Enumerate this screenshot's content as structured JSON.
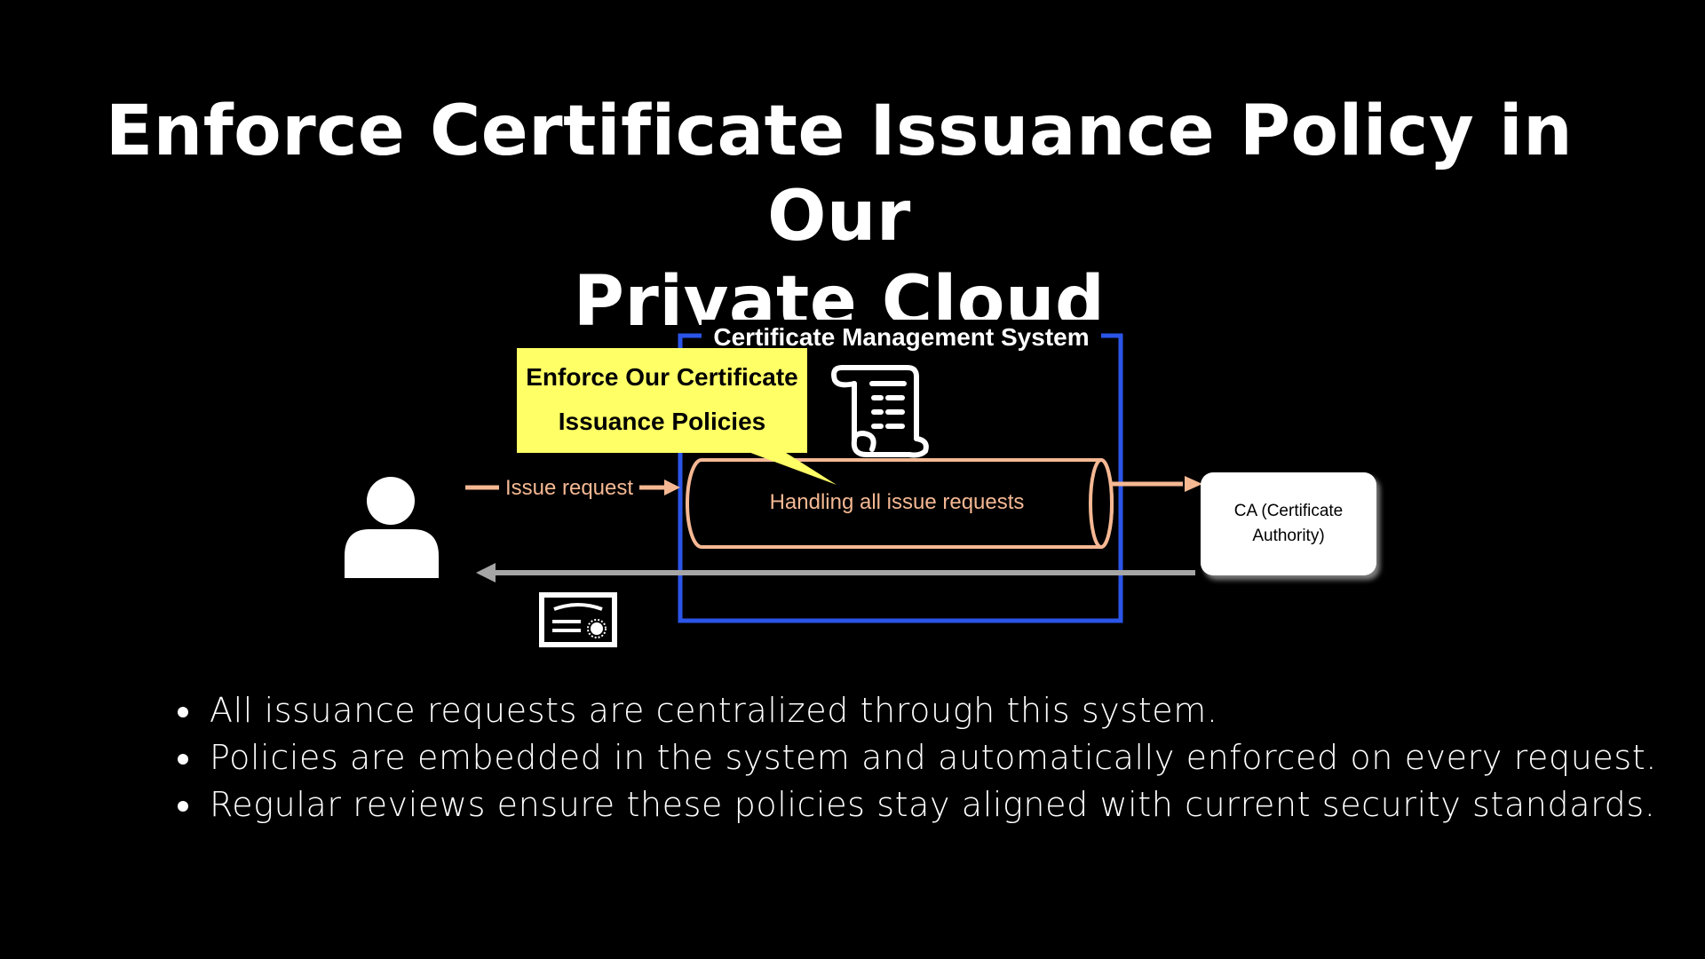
{
  "slide": {
    "title_line1": "Enforce Certificate Issuance Policy in Our",
    "title_line2": "Private Cloud"
  },
  "diagram": {
    "system_label": "Certificate Management System",
    "callout_line1": "Enforce Our Certificate",
    "callout_line2": "Issuance Policies",
    "issue_request_label": "Issue request",
    "pipe_label": "Handling all issue requests",
    "ca_line1": "CA (Certificate",
    "ca_line2": "Authority)",
    "icons": {
      "user": "user-icon",
      "policy": "policy-scroll-icon",
      "certificate": "certificate-icon"
    },
    "colors": {
      "system_border": "#2b55e8",
      "callout_bg": "#ffff66",
      "request_flow": "#f5b893",
      "return_flow": "#a6a6a6"
    }
  },
  "bullets": [
    "All issuance requests are centralized through this system.",
    "Policies are embedded in the system and automatically enforced on every request.",
    "Regular reviews ensure these policies stay aligned with current security standards."
  ]
}
